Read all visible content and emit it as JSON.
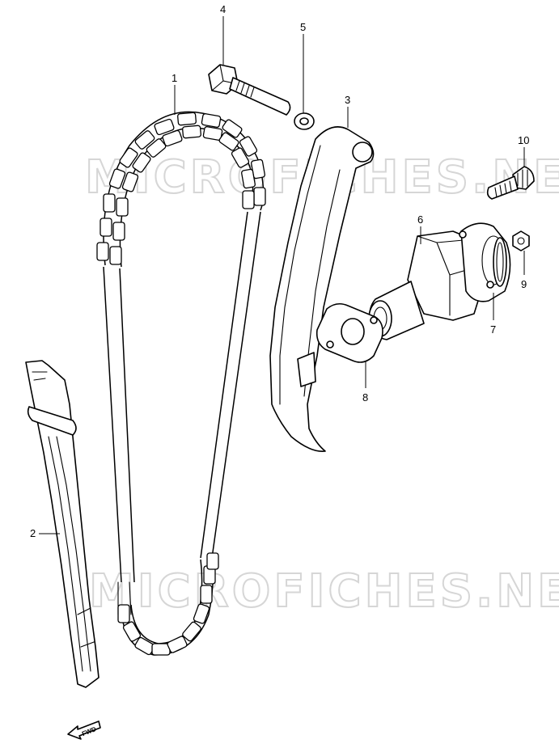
{
  "watermark": "MICROFICHES.NET",
  "callouts": {
    "p1": "1",
    "p2": "2",
    "p3": "3",
    "p4": "4",
    "p5": "5",
    "p6": "6",
    "p7": "7",
    "p8": "8",
    "p9": "9",
    "p10": "10"
  },
  "fwd_label": "FWD"
}
